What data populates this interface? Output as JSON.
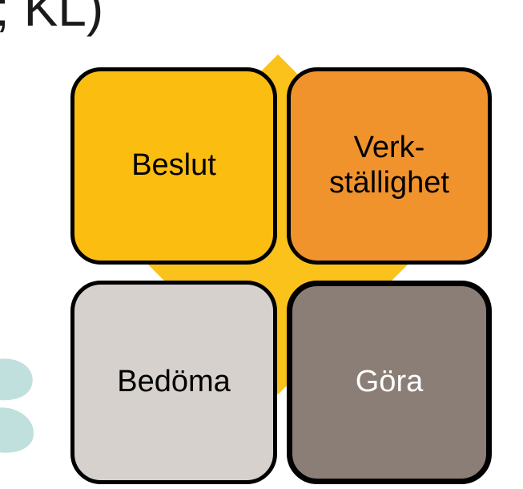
{
  "title_fragment": "; KL)",
  "colors": {
    "diamond": "#fbc21b",
    "beslut": "#fbbd10",
    "verkstallighet": "#f0932d",
    "bedoma": "#d6d1cc",
    "gora": "#8b7e76",
    "decoration": "#bfe0dc"
  },
  "cells": [
    {
      "label": "Beslut"
    },
    {
      "label": "Verk-\nställighet"
    },
    {
      "label": "Bedöma"
    },
    {
      "label": "Göra"
    }
  ]
}
